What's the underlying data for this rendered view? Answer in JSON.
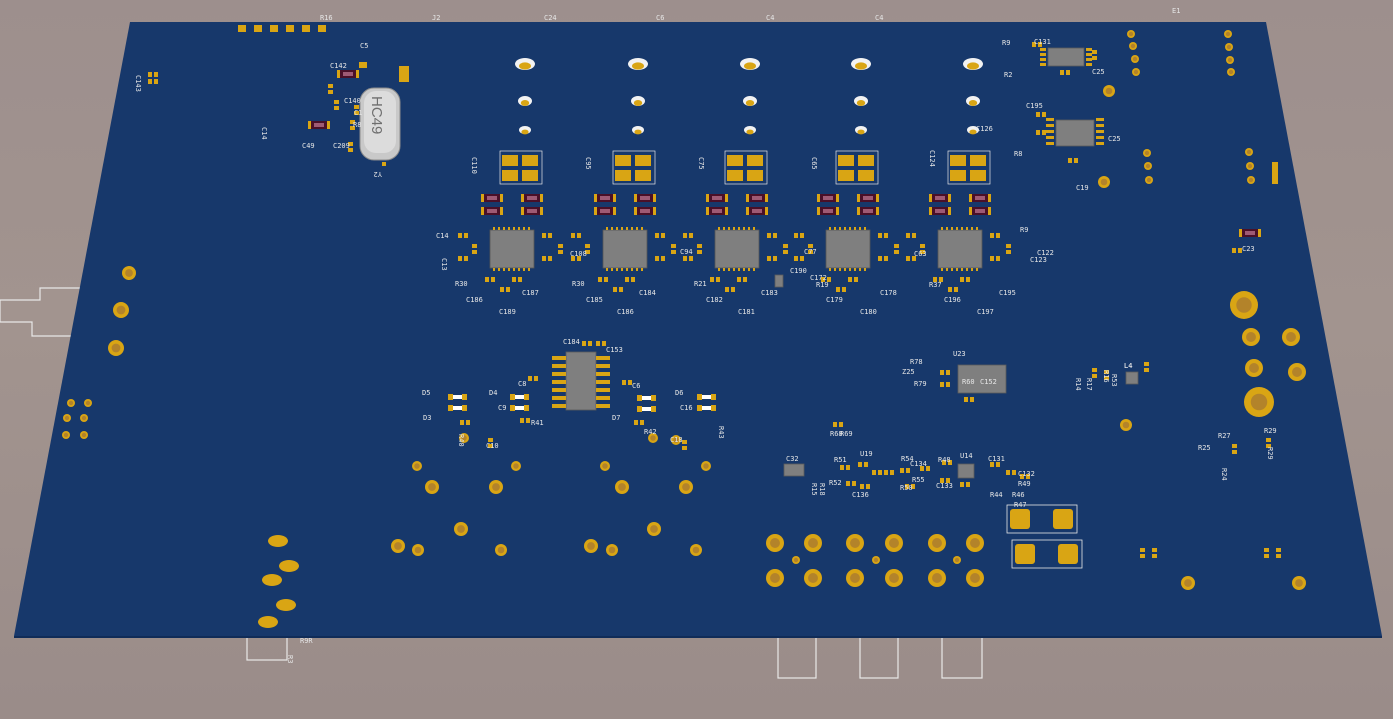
{
  "colors": {
    "board": "#17386b",
    "board_edge": "#102c58",
    "pad_gold": "#d9a514",
    "pad_hole": "#b3832a",
    "chip": "#7f7f7f",
    "silkscreen": "#e6e6e6",
    "resistor_body": "#4a1028",
    "background": "#9d8f8d"
  },
  "crystal": {
    "marking": "HC49",
    "ref": "Y2"
  },
  "labels": {
    "top_edge": [
      "R16",
      "J2",
      "C24",
      "C6",
      "C4",
      "C4",
      "E1"
    ],
    "top_left": [
      "C5",
      "C142",
      "C140",
      "C1",
      "C49",
      "C209",
      "C14",
      "C143",
      "R8"
    ],
    "top_right": [
      "R9",
      "C131",
      "R2",
      "C25",
      "C195",
      "C25",
      "R8",
      "C19",
      "L4"
    ],
    "channel_caps": [
      "C110",
      "C95",
      "C75",
      "C65",
      "C124"
    ],
    "channel_row": [
      "C14",
      "C13",
      "R30",
      "C108",
      "R30",
      "C94",
      "R21",
      "C77",
      "C172",
      "R19",
      "C63",
      "R37",
      "C122",
      "C123",
      "C126",
      "R9"
    ],
    "channel_bottom": [
      "C186",
      "C187",
      "C189",
      "C185",
      "C184",
      "C186",
      "C182",
      "C183",
      "C181",
      "C190",
      "C179",
      "C178",
      "C180",
      "C196",
      "C195",
      "C197"
    ],
    "middle": [
      "C184",
      "C153",
      "C8",
      "C6",
      "D5",
      "D4",
      "D3",
      "D7",
      "D6",
      "C9",
      "C16",
      "R41",
      "R43",
      "R40",
      "C10",
      "C18",
      "R42"
    ],
    "right_mid": [
      "R78",
      "U23",
      "Z25",
      "R79",
      "R60",
      "C152",
      "R14",
      "R17",
      "R16",
      "R53",
      "L4",
      "R27",
      "R29",
      "R25",
      "R29",
      "R24",
      "C23"
    ],
    "bottom_mid": [
      "C32",
      "R51",
      "U19",
      "R54",
      "C134",
      "R48",
      "U14",
      "C131",
      "C132",
      "R49",
      "R15",
      "R18",
      "R52",
      "C136",
      "R50",
      "R55",
      "C133",
      "R44",
      "R46",
      "R47",
      "R68",
      "R69"
    ],
    "bottom_left": [
      "R3",
      "R9R"
    ]
  }
}
